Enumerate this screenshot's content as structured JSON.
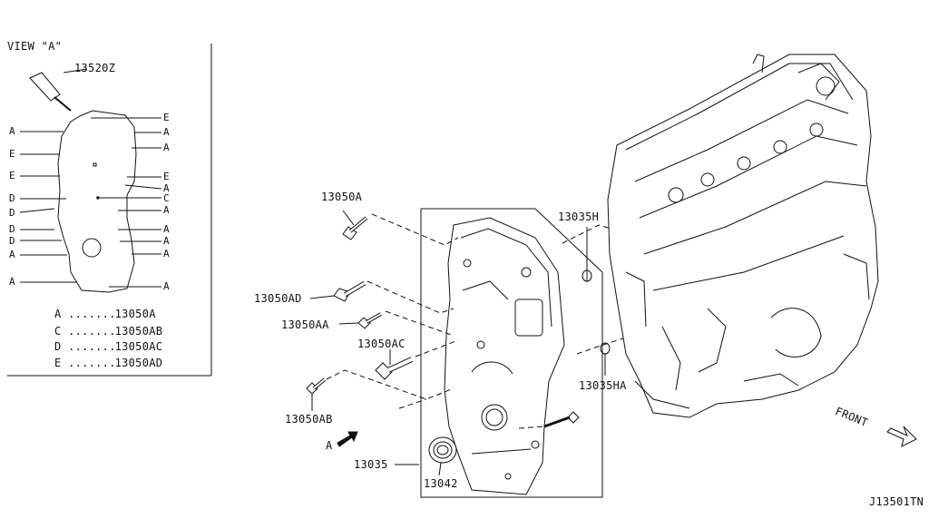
{
  "view": {
    "title": "VIEW \"A\"",
    "sealant_part": "13520Z",
    "left_letters": [
      "A",
      "E",
      "E",
      "D",
      "D",
      "D",
      "D",
      "A",
      "A"
    ],
    "right_letters": [
      "E",
      "A",
      "A",
      "E",
      "A",
      "C",
      "A",
      "A",
      "A",
      "A",
      "A"
    ],
    "legend": [
      {
        "key": "A",
        "dots": ".......",
        "part": "13050A"
      },
      {
        "key": "C",
        "dots": ".......",
        "part": "13050AB"
      },
      {
        "key": "D",
        "dots": ".......",
        "part": "13050AC"
      },
      {
        "key": "E",
        "dots": ".......",
        "part": "13050AD"
      }
    ]
  },
  "callouts": {
    "p13050A": "13050A",
    "p13050AD": "13050AD",
    "p13050AA": "13050AA",
    "p13050AC": "13050AC",
    "p13050AB": "13050AB",
    "p13035": "13035",
    "p13042": "13042",
    "p13035H": "13035H",
    "p13035HA": "13035HA",
    "arrowA": "A"
  },
  "front_label": "FRONT",
  "diagram_code": "J13501TN"
}
